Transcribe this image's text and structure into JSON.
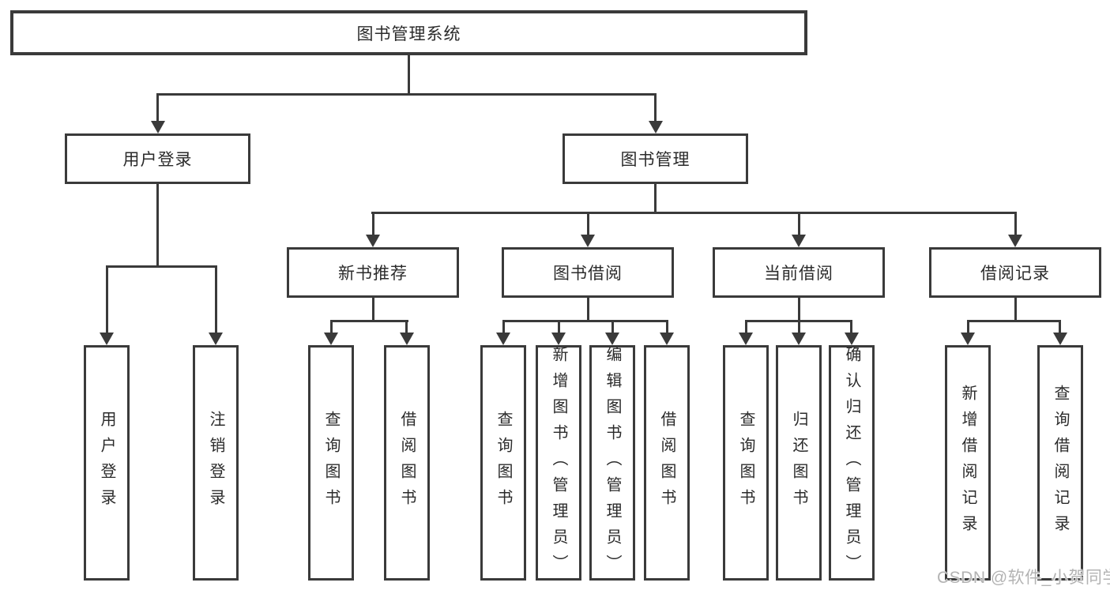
{
  "diagram_type": "hierarchy-tree",
  "tree": {
    "label": "图书管理系统",
    "children": [
      {
        "label": "用户登录",
        "children": [
          {
            "label": "用户登录"
          },
          {
            "label": "注销登录"
          }
        ]
      },
      {
        "label": "图书管理",
        "children": [
          {
            "label": "新书推荐",
            "children": [
              {
                "label": "查询图书"
              },
              {
                "label": "借阅图书"
              }
            ]
          },
          {
            "label": "图书借阅",
            "children": [
              {
                "label": "查询图书"
              },
              {
                "label": "新增图书（管理员）"
              },
              {
                "label": "编辑图书（管理员）"
              },
              {
                "label": "借阅图书"
              }
            ]
          },
          {
            "label": "当前借阅",
            "children": [
              {
                "label": "查询图书"
              },
              {
                "label": "归还图书"
              },
              {
                "label": "确认归还（管理员）"
              }
            ]
          },
          {
            "label": "借阅记录",
            "children": [
              {
                "label": "新增借阅记录"
              },
              {
                "label": "查询借阅记录"
              }
            ]
          }
        ]
      }
    ]
  },
  "watermark": {
    "text": "CSDN @软件_小贺同学"
  },
  "colors": {
    "line": "#3a3a3a",
    "text": "#2b2b2b",
    "background": "#ffffff",
    "watermark": "#b3b3b3"
  }
}
